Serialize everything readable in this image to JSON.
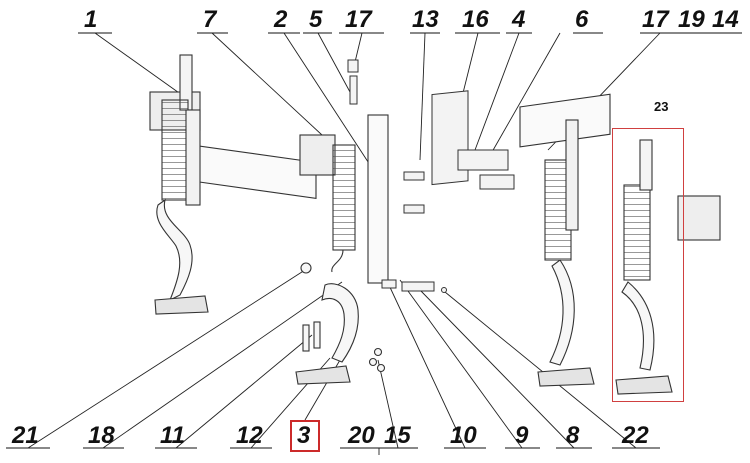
{
  "top_labels": [
    "1",
    "7",
    "2",
    "5",
    "17",
    "13",
    "16",
    "4",
    "6",
    "17",
    "19",
    "14"
  ],
  "bottom_labels": [
    "21",
    "18",
    "11",
    "12",
    "3",
    "20",
    "15",
    "10",
    "9",
    "8",
    "22"
  ],
  "group_label": "23",
  "highlighted_label": "3",
  "colors": {
    "line": "#111111",
    "highlight": "#cc2a2a",
    "part_stroke": "#333333"
  }
}
